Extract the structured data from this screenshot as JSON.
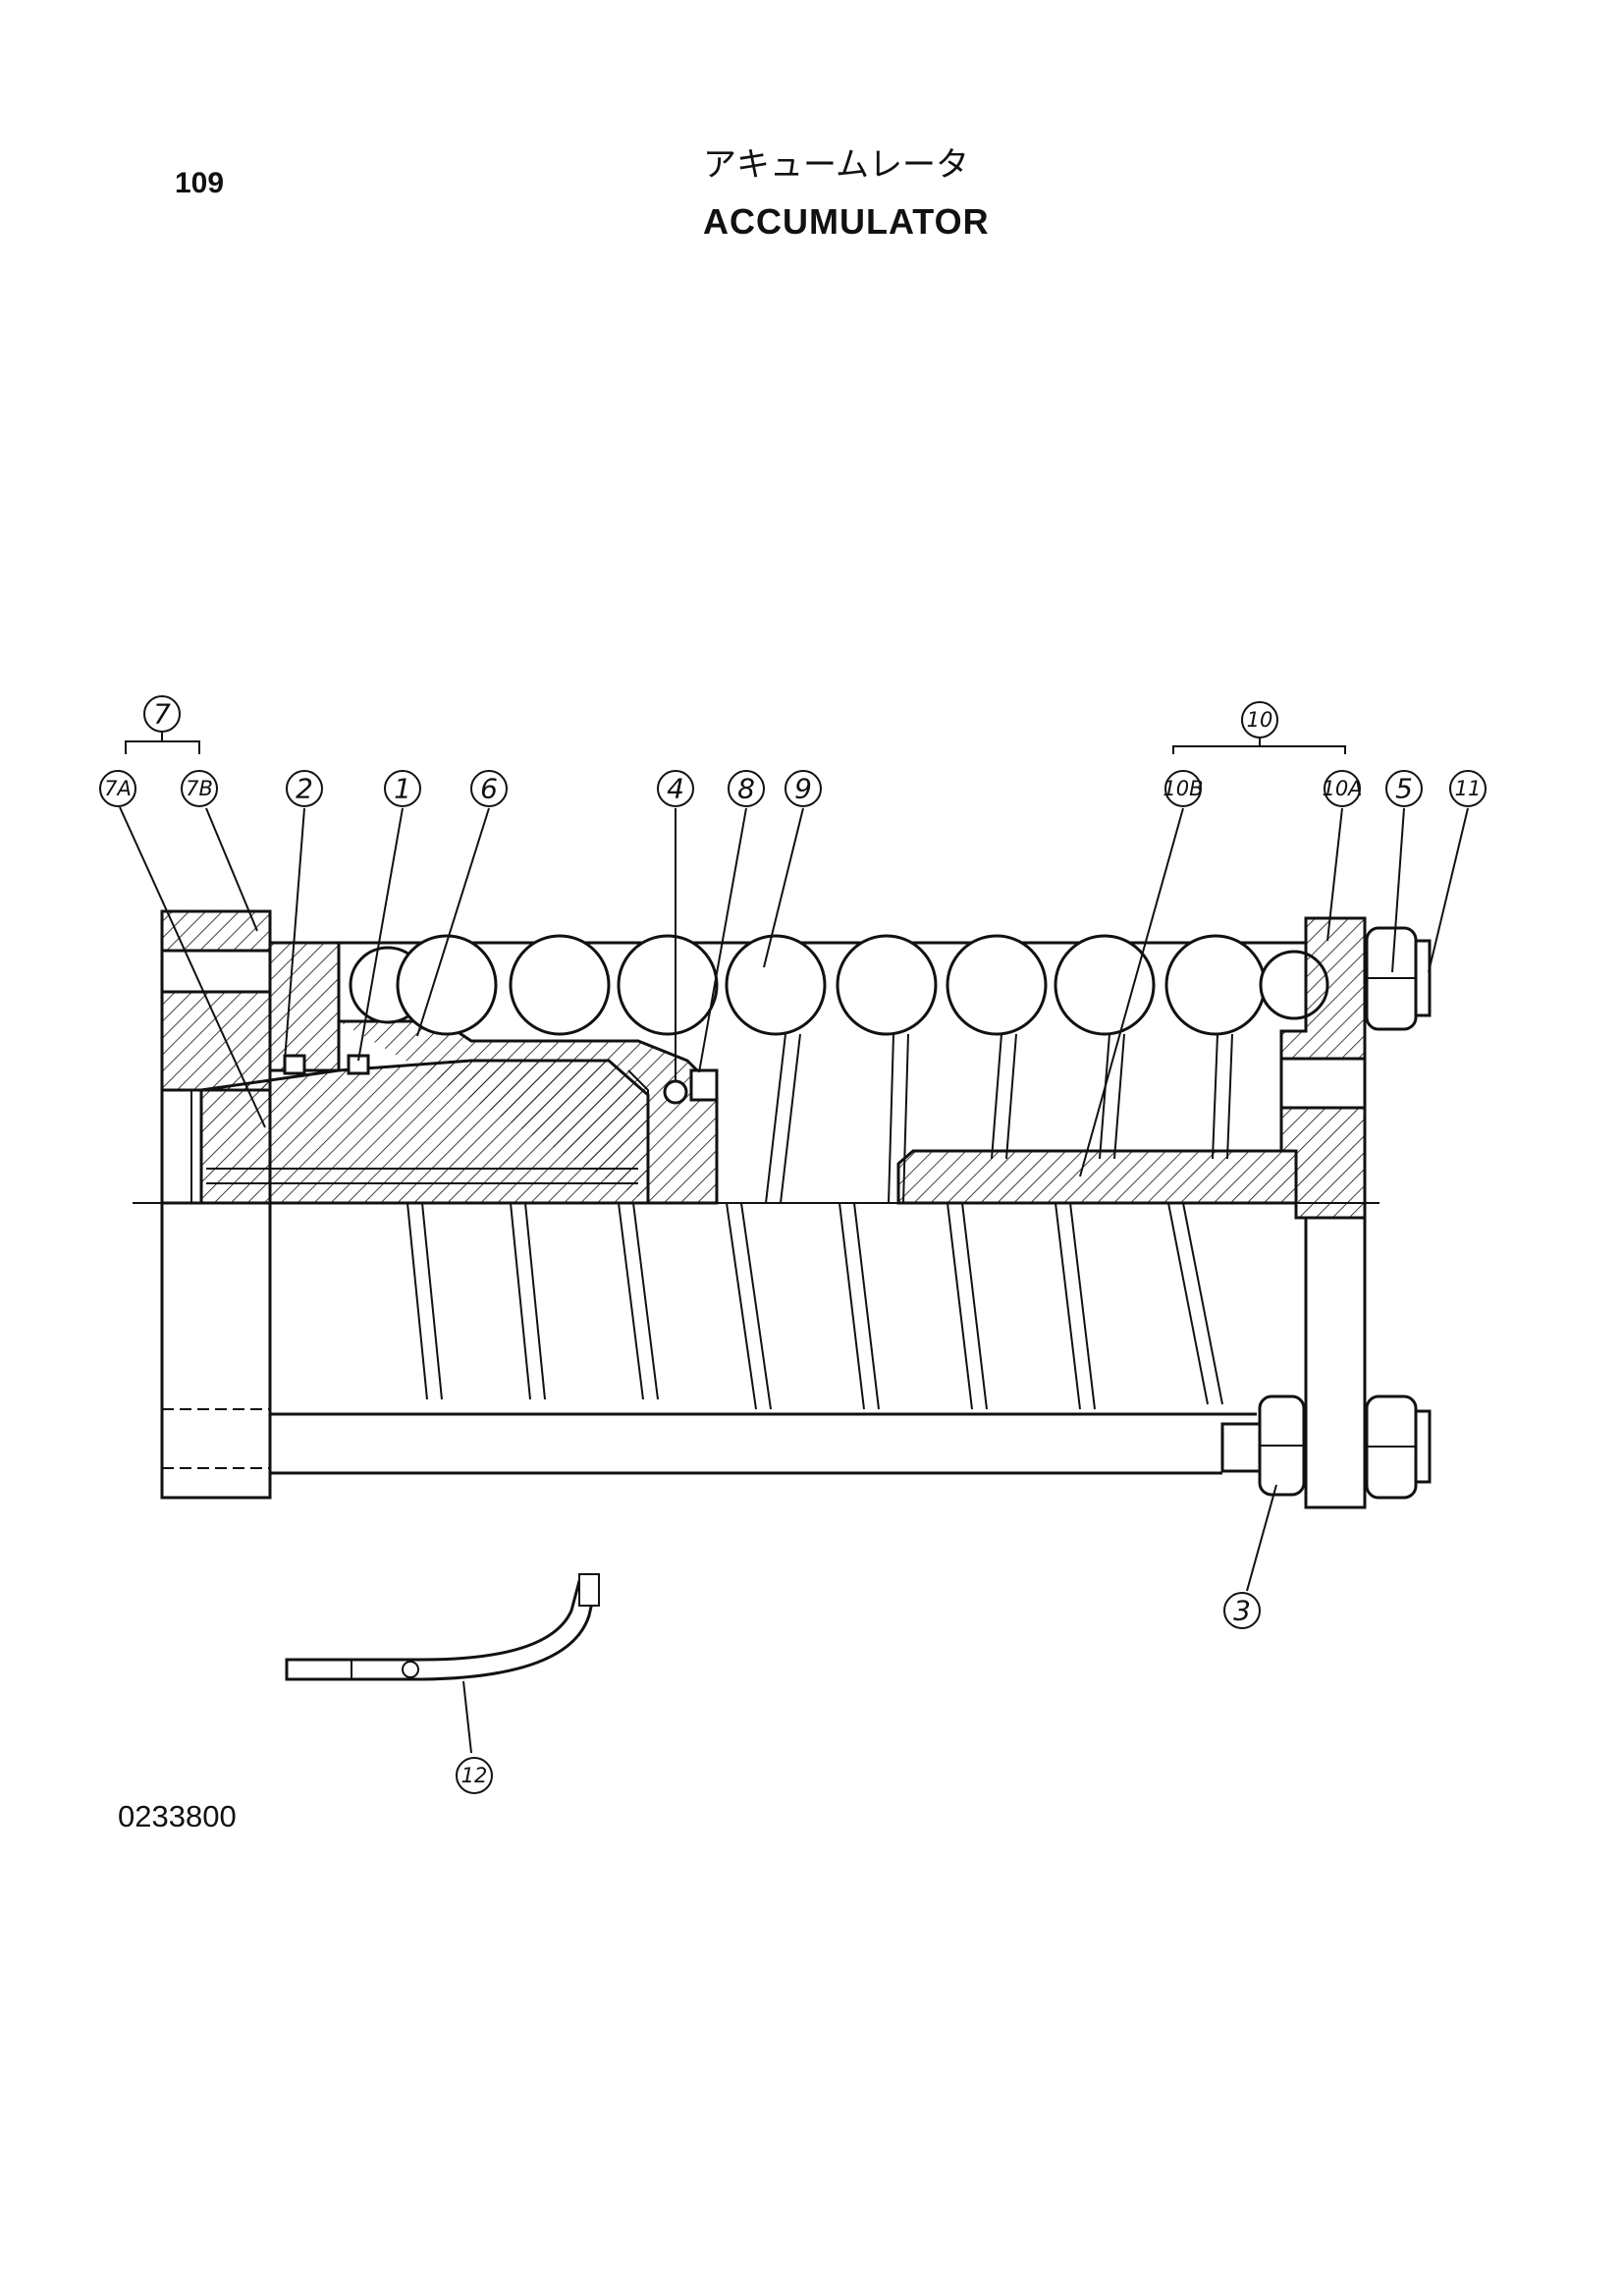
{
  "header": {
    "page_number": "109",
    "title_jp": "アキュームレータ",
    "title_en": "ACCUMULATOR"
  },
  "footer": {
    "drawing_number": "0233800"
  },
  "callouts": {
    "c7": "7",
    "c7a": "7A",
    "c7b": "7B",
    "c2": "2",
    "c1": "1",
    "c6": "6",
    "c4": "4",
    "c8": "8",
    "c9": "9",
    "c10": "10",
    "c10b": "10B",
    "c10a": "10A",
    "c5": "5",
    "c11": "11",
    "c3": "3",
    "c12": "12"
  },
  "colors": {
    "ink": "#111111",
    "paper": "#ffffff"
  }
}
